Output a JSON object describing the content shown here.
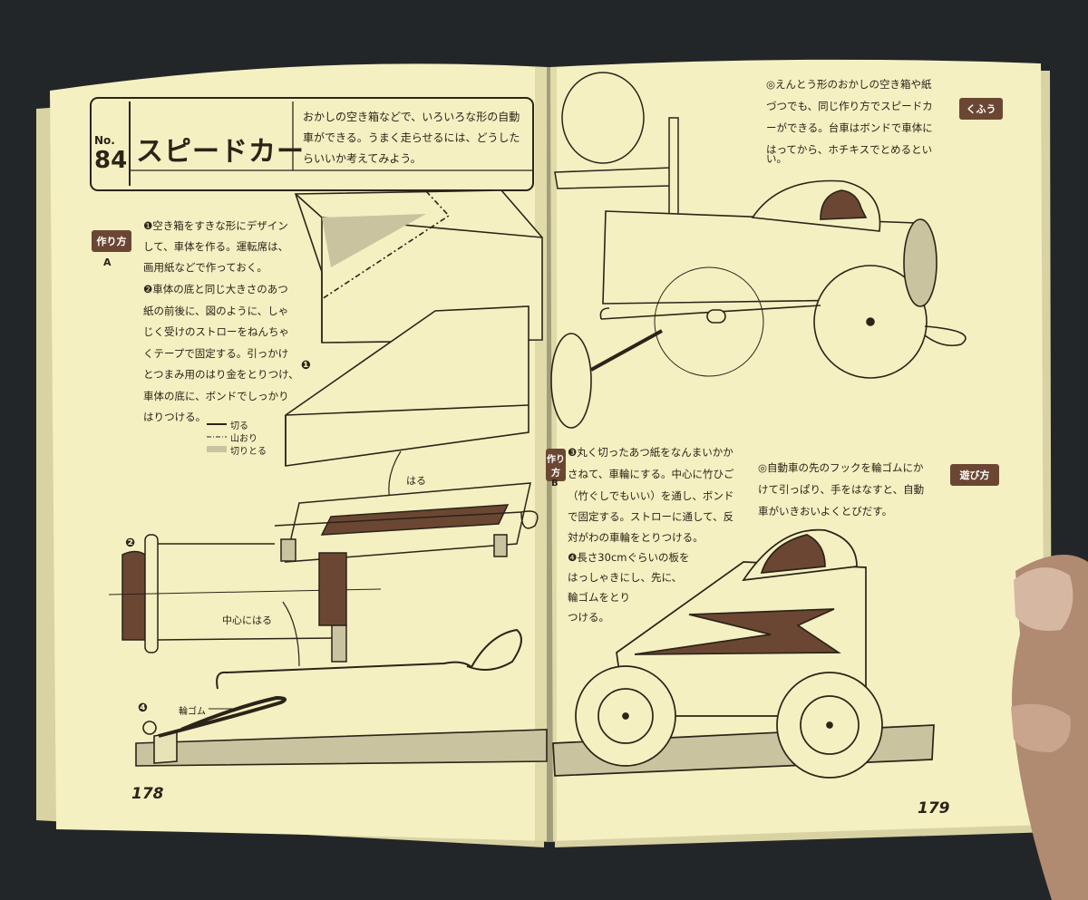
{
  "left_page": {
    "header": {
      "no_label": "No.",
      "no_value": "84",
      "title": "スピードカー",
      "intro_lines": [
        "おかしの空き箱などで、いろいろな形の自動",
        "車ができる。うまく走らせるには、どうした",
        "らいいか考えてみよう。"
      ]
    },
    "method_tab": "作り方",
    "method_sub": "A",
    "instructions": [
      "❶空き箱をすきな形にデザイン",
      "して、車体を作る。運転席は、",
      "画用紙などで作っておく。",
      "❷車体の底と同じ大きさのあつ",
      "紙の前後に、図のように、しゃ",
      "じく受けのストローをねんちゃ",
      "くテープで固定する。引っかけ",
      "とつまみ用のはり金をとりつけ、",
      "車体の底に、ボンドでしっかり",
      "はりつける。"
    ],
    "legend": [
      "切る",
      "山おり",
      "切りとる"
    ],
    "labels": {
      "step1": "❶",
      "step2": "❷",
      "step4": "❹",
      "haru": "はる",
      "chushin": "中心にはる",
      "wagomu": "輪ゴム"
    },
    "page_number": "178"
  },
  "right_page": {
    "kufu_tab": "くふう",
    "kufu_text": [
      "◎えんとう形のおかしの空き箱や紙",
      "づつでも、同じ作り方でスピードカ",
      "ーができる。台車はボンドで車体に",
      "はってから、ホチキスでとめるとい",
      "い。"
    ],
    "method_tab": "作り方",
    "method_sub": "B",
    "instructions": [
      "❸丸く切ったあつ紙をなんまいかか",
      "さねて、車輪にする。中心に竹ひご",
      "（竹ぐしでもいい）を通し、ボンド",
      "で固定する。ストローに通して、反",
      "対がわの車輪をとりつける。",
      "❹長さ30cmぐらいの板を",
      "はっしゃきにし、先に、",
      "輪ゴムをとり",
      "つける。"
    ],
    "play_tab": "遊び方",
    "play_text": [
      "◎自動車の先のフックを輪ゴムにか",
      "けて引っぱり、手をはなすと、自動",
      "車がいきおいよくとびだす。"
    ],
    "page_number": "179"
  },
  "colors": {
    "paper": "#f4f0c2",
    "ink": "#2b2418",
    "brown": "#6b4733",
    "background": "#232628"
  }
}
